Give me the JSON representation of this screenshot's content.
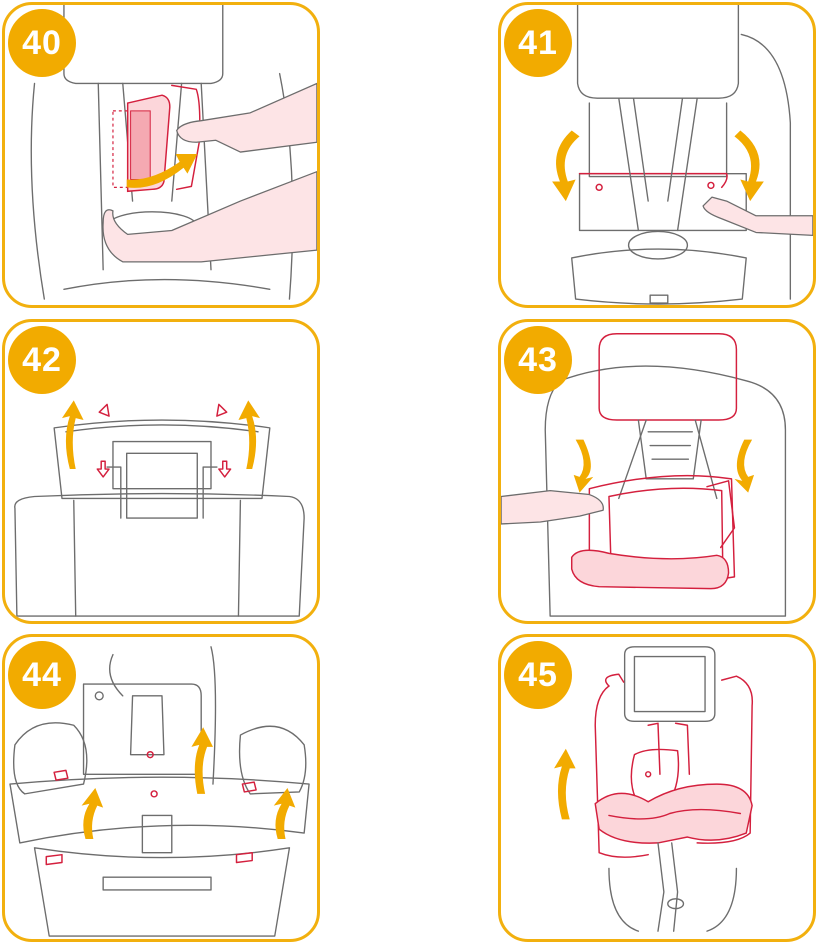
{
  "colors": {
    "accent": "#f2ab00",
    "frame": "#f2b00e",
    "highlight": "#d4203e",
    "skin": "#fde4e6"
  },
  "steps": [
    {
      "number": "40"
    },
    {
      "number": "41"
    },
    {
      "number": "42"
    },
    {
      "number": "43"
    },
    {
      "number": "44"
    },
    {
      "number": "45"
    }
  ]
}
